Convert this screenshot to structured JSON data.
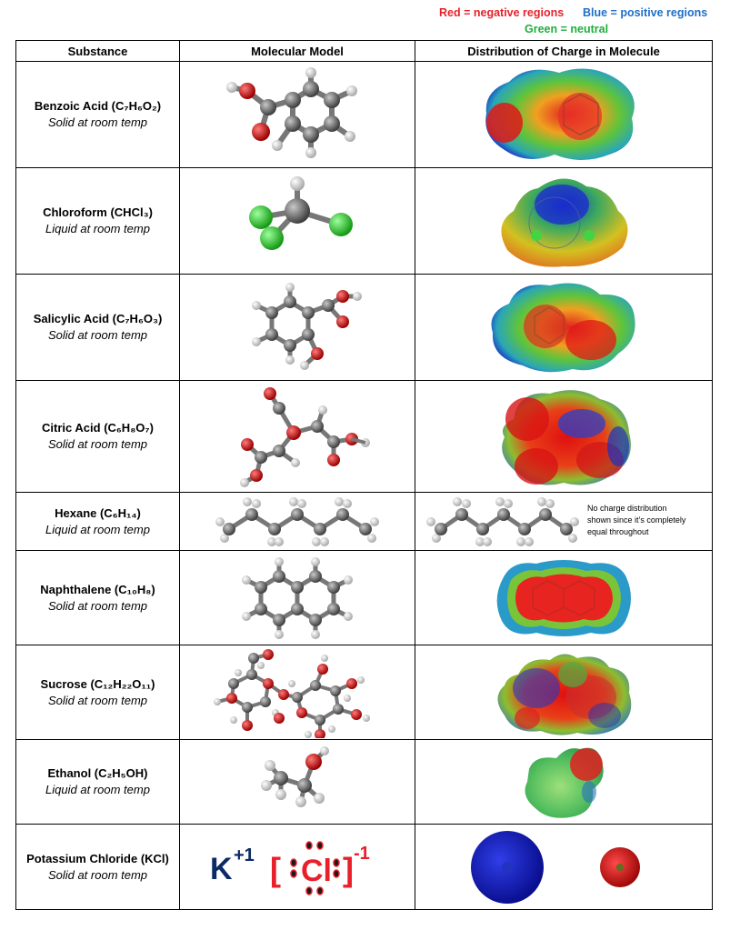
{
  "legend": {
    "red": "Red = negative regions",
    "blue": "Blue = positive regions",
    "green": "Green = neutral"
  },
  "headers": {
    "substance": "Substance",
    "model": "Molecular Model",
    "charge": "Distribution of Charge in Molecule"
  },
  "rows": [
    {
      "name": "Benzoic Acid (C₇H₆O₂)",
      "state": "Solid at room temp"
    },
    {
      "name": "Chloroform (CHCl₃)",
      "state": "Liquid at room temp"
    },
    {
      "name": "Salicylic Acid (C₇H₆O₃)",
      "state": "Solid at room temp"
    },
    {
      "name": "Citric Acid (C₆H₈O₇)",
      "state": "Solid at room temp"
    },
    {
      "name": "Hexane (C₆H₁₄)",
      "state": "Liquid at room temp",
      "note": [
        "No charge distribution",
        "shown since it’s completely",
        "equal throughout"
      ]
    },
    {
      "name": "Naphthalene (C₁₀H₈)",
      "state": "Solid at room temp"
    },
    {
      "name": "Sucrose (C₁₂H₂₂O₁₁)",
      "state": "Solid at room temp"
    },
    {
      "name": "Ethanol (C₂H₅OH)",
      "state": "Liquid at room temp"
    },
    {
      "name": "Potassium Chloride (KCl)",
      "state": "Solid at room temp",
      "lewis": {
        "cation": "K",
        "cation_charge": "+1",
        "anion": "Cl",
        "anion_charge": "-1"
      }
    }
  ],
  "colors": {
    "negative": "#e8202a",
    "positive": "#1f6fc7",
    "neutral": "#1fae3c",
    "carbon": "#6b6b6b",
    "oxygen": "#d81818",
    "hydrogen": "#f2f2f2",
    "chlorine": "#2fc72f",
    "potassium_text": "#0b2a66"
  }
}
